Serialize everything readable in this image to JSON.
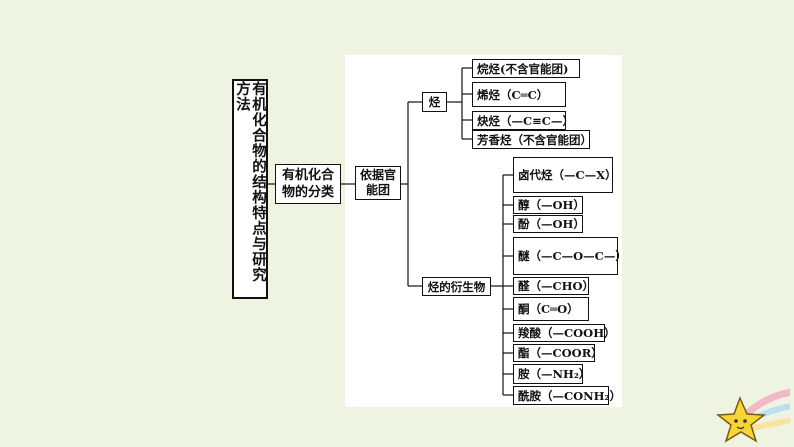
{
  "root": {
    "label": "有机化合物的结构特点与研究方法"
  },
  "classification": {
    "label": "有机化合物的分类"
  },
  "basis": {
    "label": "依据官能团"
  },
  "hydrocarbons": {
    "label": "烃",
    "items": [
      {
        "label": "烷烃(不含官能团)"
      },
      {
        "label": "烯烃（",
        "formula": "C═C",
        "close": "）"
      },
      {
        "label": "炔烃（—C≡C—）"
      },
      {
        "label": "芳香烃（不含官能团）"
      }
    ]
  },
  "derivatives": {
    "label": "烃的衍生物",
    "items": [
      {
        "label": "卤代烃（",
        "formula": "—C—X",
        "close": "）"
      },
      {
        "label": "醇（—OH）"
      },
      {
        "label": "酚（—OH）"
      },
      {
        "label": "醚（",
        "formula": "—C—O—C—",
        "close": "）"
      },
      {
        "label": "醛（—CHO）"
      },
      {
        "label": "酮（",
        "formula": "C═O",
        "close": "）"
      },
      {
        "label": "羧酸（—COOH）"
      },
      {
        "label": "酯（—COOR）"
      },
      {
        "label": "胺（—NH₂）"
      },
      {
        "label": "酰胺（—CONH₂）"
      }
    ]
  }
}
